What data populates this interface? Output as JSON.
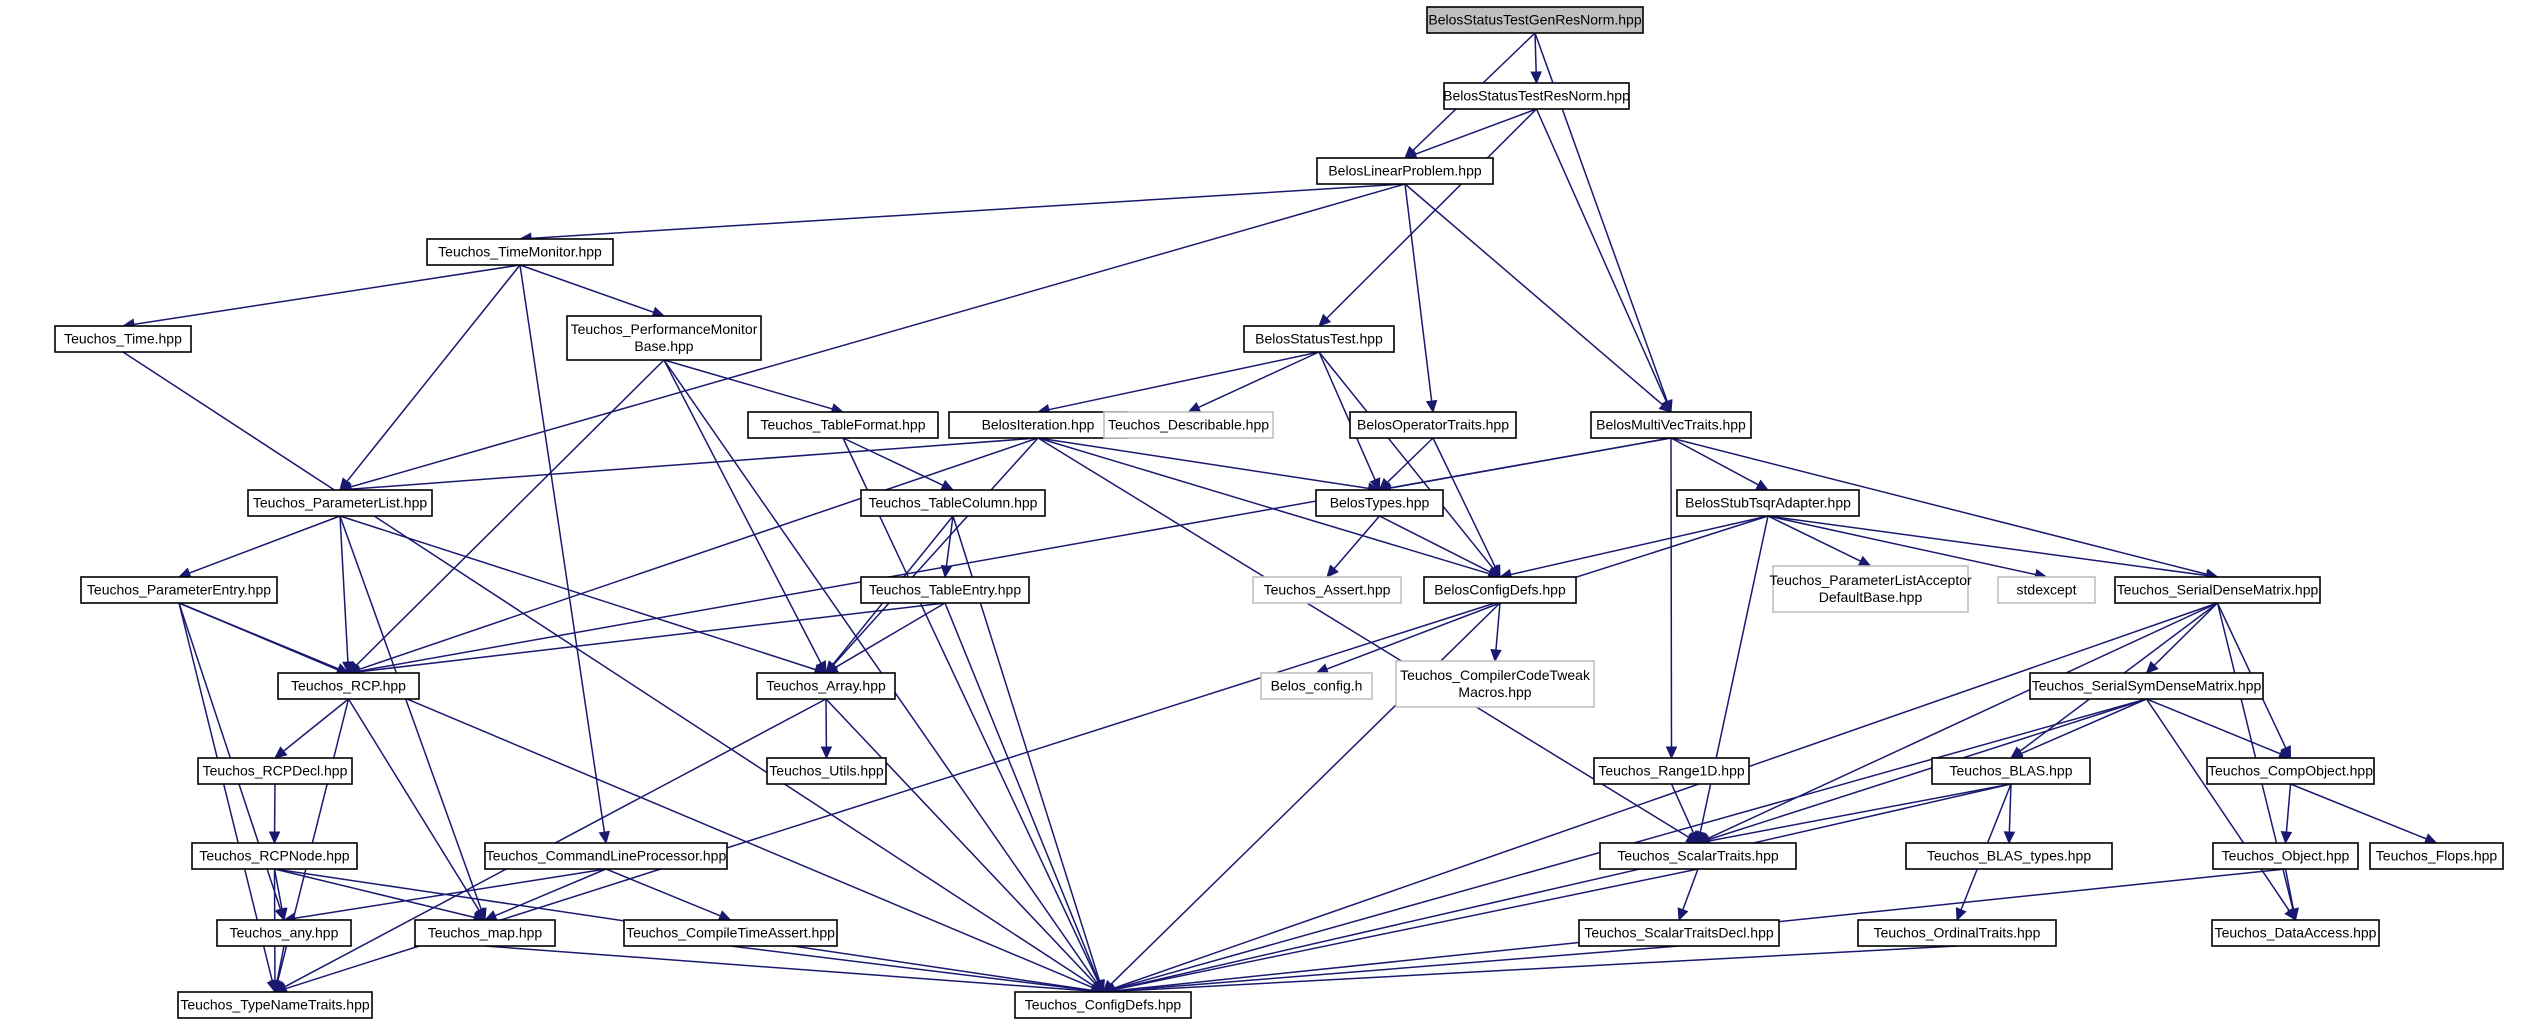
{
  "edge_color": "#191970",
  "root_fill": "#bfbfbf",
  "external_border_color": "#bfbfbf",
  "nodes": [
    {
      "id": "root",
      "lines": [
        "BelosStatusTestGenResNorm.hpp"
      ],
      "kind": "root"
    },
    {
      "id": "resnorm",
      "lines": [
        "BelosStatusTestResNorm.hpp"
      ]
    },
    {
      "id": "linprob",
      "lines": [
        "BelosLinearProblem.hpp"
      ]
    },
    {
      "id": "timemon",
      "lines": [
        "Teuchos_TimeMonitor.hpp"
      ]
    },
    {
      "id": "time",
      "lines": [
        "Teuchos_Time.hpp"
      ]
    },
    {
      "id": "perfmon",
      "lines": [
        "Teuchos_PerformanceMonitor",
        "Base.hpp"
      ]
    },
    {
      "id": "statustest",
      "lines": [
        "BelosStatusTest.hpp"
      ]
    },
    {
      "id": "tableformat",
      "lines": [
        "Teuchos_TableFormat.hpp"
      ]
    },
    {
      "id": "iteration",
      "lines": [
        "BelosIteration.hpp"
      ]
    },
    {
      "id": "describable",
      "lines": [
        "Teuchos_Describable.hpp"
      ],
      "kind": "ext"
    },
    {
      "id": "optraits",
      "lines": [
        "BelosOperatorTraits.hpp"
      ]
    },
    {
      "id": "mvtraits",
      "lines": [
        "BelosMultiVecTraits.hpp"
      ]
    },
    {
      "id": "paramlist",
      "lines": [
        "Teuchos_ParameterList.hpp"
      ]
    },
    {
      "id": "tablecolumn",
      "lines": [
        "Teuchos_TableColumn.hpp"
      ]
    },
    {
      "id": "belostypes",
      "lines": [
        "BelosTypes.hpp"
      ]
    },
    {
      "id": "tsqr",
      "lines": [
        "BelosStubTsqrAdapter.hpp"
      ]
    },
    {
      "id": "paramentry",
      "lines": [
        "Teuchos_ParameterEntry.hpp"
      ]
    },
    {
      "id": "tableentry",
      "lines": [
        "Teuchos_TableEntry.hpp"
      ]
    },
    {
      "id": "assert",
      "lines": [
        "Teuchos_Assert.hpp"
      ],
      "kind": "ext"
    },
    {
      "id": "configdefs",
      "lines": [
        "BelosConfigDefs.hpp"
      ]
    },
    {
      "id": "plistacceptor",
      "lines": [
        "Teuchos_ParameterListAcceptor",
        "DefaultBase.hpp"
      ],
      "kind": "ext"
    },
    {
      "id": "stdexcept",
      "lines": [
        "stdexcept"
      ],
      "kind": "ext"
    },
    {
      "id": "sdm",
      "lines": [
        "Teuchos_SerialDenseMatrix.hpp"
      ]
    },
    {
      "id": "rcp",
      "lines": [
        "Teuchos_RCP.hpp"
      ]
    },
    {
      "id": "array",
      "lines": [
        "Teuchos_Array.hpp"
      ]
    },
    {
      "id": "belosconfig",
      "lines": [
        "Belos_config.h"
      ],
      "kind": "ext"
    },
    {
      "id": "compilercode",
      "lines": [
        "Teuchos_CompilerCodeTweak",
        "Macros.hpp"
      ],
      "kind": "ext"
    },
    {
      "id": "ssdm",
      "lines": [
        "Teuchos_SerialSymDenseMatrix.hpp"
      ]
    },
    {
      "id": "rcpdecl",
      "lines": [
        "Teuchos_RCPDecl.hpp"
      ]
    },
    {
      "id": "utils",
      "lines": [
        "Teuchos_Utils.hpp"
      ]
    },
    {
      "id": "range1d",
      "lines": [
        "Teuchos_Range1D.hpp"
      ]
    },
    {
      "id": "blas",
      "lines": [
        "Teuchos_BLAS.hpp"
      ]
    },
    {
      "id": "compobject",
      "lines": [
        "Teuchos_CompObject.hpp"
      ]
    },
    {
      "id": "rcpnode",
      "lines": [
        "Teuchos_RCPNode.hpp"
      ]
    },
    {
      "id": "cmdline",
      "lines": [
        "Teuchos_CommandLineProcessor.hpp"
      ]
    },
    {
      "id": "scalartraits",
      "lines": [
        "Teuchos_ScalarTraits.hpp"
      ]
    },
    {
      "id": "blastypes",
      "lines": [
        "Teuchos_BLAS_types.hpp"
      ]
    },
    {
      "id": "object",
      "lines": [
        "Teuchos_Object.hpp"
      ]
    },
    {
      "id": "flops",
      "lines": [
        "Teuchos_Flops.hpp"
      ]
    },
    {
      "id": "any",
      "lines": [
        "Teuchos_any.hpp"
      ]
    },
    {
      "id": "map",
      "lines": [
        "Teuchos_map.hpp"
      ]
    },
    {
      "id": "compiletimeassert",
      "lines": [
        "Teuchos_CompileTimeAssert.hpp"
      ]
    },
    {
      "id": "scalartraitsdecl",
      "lines": [
        "Teuchos_ScalarTraitsDecl.hpp"
      ]
    },
    {
      "id": "ordinaltraits",
      "lines": [
        "Teuchos_OrdinalTraits.hpp"
      ]
    },
    {
      "id": "dataaccess",
      "lines": [
        "Teuchos_DataAccess.hpp"
      ]
    },
    {
      "id": "typenametraits",
      "lines": [
        "Teuchos_TypeNameTraits.hpp"
      ]
    },
    {
      "id": "teuchosconfig",
      "lines": [
        "Teuchos_ConfigDefs.hpp"
      ]
    }
  ],
  "edges": [
    [
      "root",
      "resnorm"
    ],
    [
      "root",
      "linprob"
    ],
    [
      "root",
      "mvtraits"
    ],
    [
      "resnorm",
      "linprob"
    ],
    [
      "resnorm",
      "statustest"
    ],
    [
      "resnorm",
      "mvtraits"
    ],
    [
      "linprob",
      "timemon"
    ],
    [
      "linprob",
      "paramlist"
    ],
    [
      "linprob",
      "optraits"
    ],
    [
      "linprob",
      "mvtraits"
    ],
    [
      "timemon",
      "time"
    ],
    [
      "timemon",
      "perfmon"
    ],
    [
      "timemon",
      "paramlist"
    ],
    [
      "timemon",
      "cmdline"
    ],
    [
      "time",
      "teuchosconfig"
    ],
    [
      "perfmon",
      "tableformat"
    ],
    [
      "perfmon",
      "rcp"
    ],
    [
      "perfmon",
      "array"
    ],
    [
      "perfmon",
      "teuchosconfig"
    ],
    [
      "statustest",
      "iteration"
    ],
    [
      "statustest",
      "describable"
    ],
    [
      "statustest",
      "belostypes"
    ],
    [
      "statustest",
      "configdefs"
    ],
    [
      "tableformat",
      "tablecolumn"
    ],
    [
      "tableformat",
      "teuchosconfig"
    ],
    [
      "iteration",
      "paramlist"
    ],
    [
      "iteration",
      "belostypes"
    ],
    [
      "iteration",
      "configdefs"
    ],
    [
      "iteration",
      "rcp"
    ],
    [
      "iteration",
      "array"
    ],
    [
      "iteration",
      "scalartraits"
    ],
    [
      "optraits",
      "belostypes"
    ],
    [
      "optraits",
      "configdefs"
    ],
    [
      "mvtraits",
      "belostypes"
    ],
    [
      "mvtraits",
      "tsqr"
    ],
    [
      "mvtraits",
      "sdm"
    ],
    [
      "mvtraits",
      "range1d"
    ],
    [
      "mvtraits",
      "rcp"
    ],
    [
      "paramlist",
      "paramentry"
    ],
    [
      "paramlist",
      "rcp"
    ],
    [
      "paramlist",
      "array"
    ],
    [
      "paramlist",
      "map"
    ],
    [
      "tablecolumn",
      "tableentry"
    ],
    [
      "tablecolumn",
      "array"
    ],
    [
      "tablecolumn",
      "teuchosconfig"
    ],
    [
      "belostypes",
      "assert"
    ],
    [
      "belostypes",
      "configdefs"
    ],
    [
      "tsqr",
      "configdefs"
    ],
    [
      "tsqr",
      "plistacceptor"
    ],
    [
      "tsqr",
      "stdexcept"
    ],
    [
      "tsqr",
      "sdm"
    ],
    [
      "tsqr",
      "scalartraits"
    ],
    [
      "tsqr",
      "typenametraits"
    ],
    [
      "paramentry",
      "rcp"
    ],
    [
      "paramentry",
      "any"
    ],
    [
      "paramentry",
      "teuchosconfig"
    ],
    [
      "tableentry",
      "rcp"
    ],
    [
      "tableentry",
      "array"
    ],
    [
      "tableentry",
      "teuchosconfig"
    ],
    [
      "configdefs",
      "belosconfig"
    ],
    [
      "configdefs",
      "compilercode"
    ],
    [
      "configdefs",
      "teuchosconfig"
    ],
    [
      "sdm",
      "ssdm"
    ],
    [
      "sdm",
      "blas"
    ],
    [
      "sdm",
      "compobject"
    ],
    [
      "sdm",
      "scalartraits"
    ],
    [
      "sdm",
      "dataaccess"
    ],
    [
      "sdm",
      "teuchosconfig"
    ],
    [
      "rcp",
      "rcpdecl"
    ],
    [
      "rcp",
      "map"
    ],
    [
      "rcp",
      "typenametraits"
    ],
    [
      "array",
      "utils"
    ],
    [
      "array",
      "teuchosconfig"
    ],
    [
      "array",
      "typenametraits"
    ],
    [
      "ssdm",
      "blas"
    ],
    [
      "ssdm",
      "compobject"
    ],
    [
      "ssdm",
      "scalartraits"
    ],
    [
      "ssdm",
      "dataaccess"
    ],
    [
      "ssdm",
      "teuchosconfig"
    ],
    [
      "rcpdecl",
      "rcpnode"
    ],
    [
      "range1d",
      "scalartraits"
    ],
    [
      "blas",
      "scalartraits"
    ],
    [
      "blas",
      "blastypes"
    ],
    [
      "blas",
      "ordinaltraits"
    ],
    [
      "blas",
      "teuchosconfig"
    ],
    [
      "compobject",
      "object"
    ],
    [
      "compobject",
      "flops"
    ],
    [
      "rcpnode",
      "any"
    ],
    [
      "rcpnode",
      "map"
    ],
    [
      "rcpnode",
      "typenametraits"
    ],
    [
      "rcpnode",
      "teuchosconfig"
    ],
    [
      "cmdline",
      "any"
    ],
    [
      "cmdline",
      "map"
    ],
    [
      "cmdline",
      "compiletimeassert"
    ],
    [
      "scalartraits",
      "scalartraitsdecl"
    ],
    [
      "scalartraits",
      "teuchosconfig"
    ],
    [
      "object",
      "dataaccess"
    ],
    [
      "object",
      "teuchosconfig"
    ],
    [
      "any",
      "typenametraits"
    ],
    [
      "map",
      "teuchosconfig"
    ],
    [
      "compiletimeassert",
      "teuchosconfig"
    ],
    [
      "scalartraitsdecl",
      "teuchosconfig"
    ],
    [
      "ordinaltraits",
      "teuchosconfig"
    ],
    [
      "paramentry",
      "typenametraits"
    ]
  ]
}
